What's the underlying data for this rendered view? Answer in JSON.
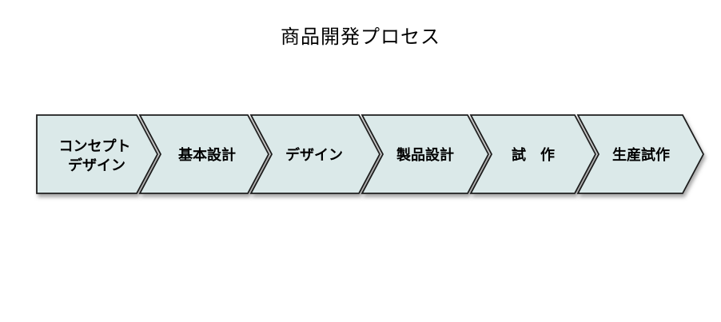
{
  "title": "商品開発プロセス",
  "steps": [
    {
      "lines": [
        "コンセプト",
        "デザイン"
      ]
    },
    {
      "lines": [
        "基本設計"
      ]
    },
    {
      "lines": [
        "デザイン"
      ]
    },
    {
      "lines": [
        "製品設計"
      ]
    },
    {
      "lines": [
        "試　作"
      ]
    },
    {
      "lines": [
        "生産試作"
      ]
    }
  ],
  "colors": {
    "chevron_fill": "#dbe9e9",
    "chevron_border": "#1f1f1f",
    "text": "#000000",
    "background": "#ffffff"
  }
}
